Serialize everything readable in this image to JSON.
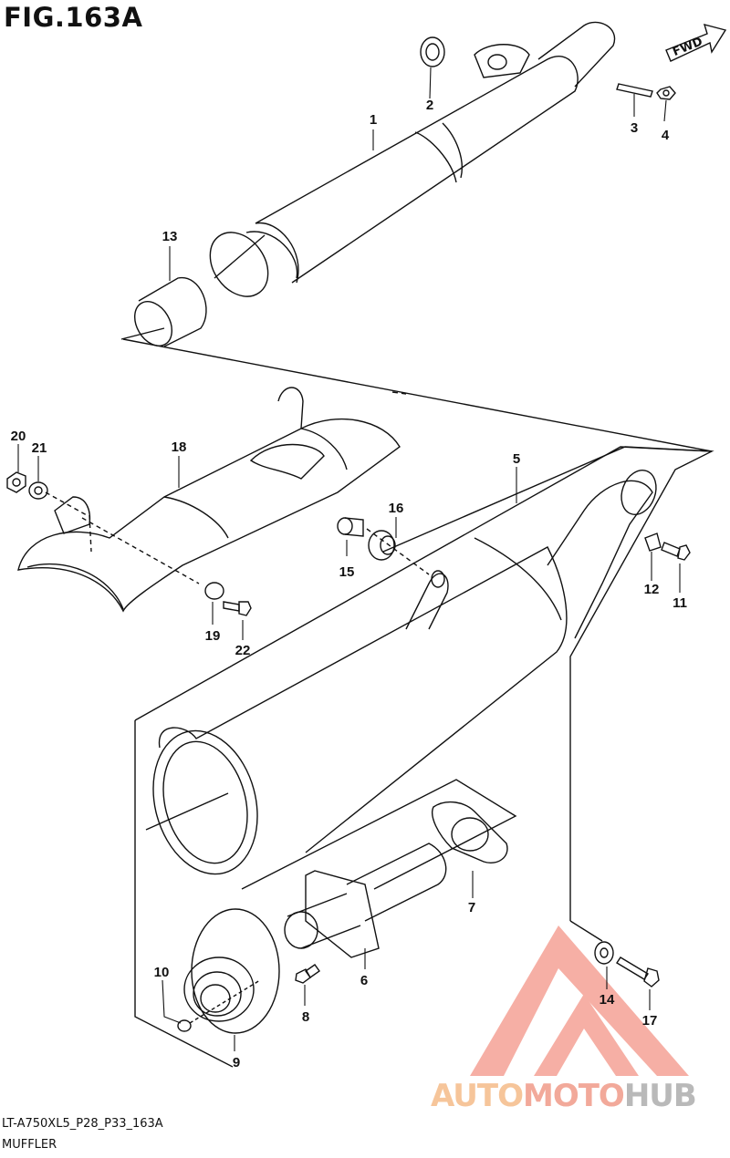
{
  "figure_title": "FIG.163A",
  "direction_label": "FWD",
  "parts": [
    "1",
    "2",
    "3",
    "4",
    "5",
    "6",
    "7",
    "8",
    "9",
    "10",
    "11",
    "12",
    "13",
    "14",
    "15",
    "16",
    "17",
    "18",
    "19",
    "20",
    "21",
    "22"
  ],
  "diagram_code": "LT-A750XL5_P28_P33_163A",
  "caption": "MUFFLER",
  "watermark": {
    "part1": "AUTO",
    "part2": "MOTO",
    "part3": "HUB"
  },
  "colors": {
    "line": "#111111",
    "watermark_red": "#ef6f5c",
    "watermark_orange": "#f6c59a",
    "watermark_gray": "#b9b9b9"
  }
}
